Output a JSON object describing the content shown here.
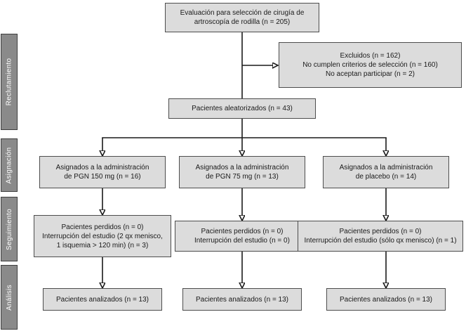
{
  "colors": {
    "background": "#ffffff",
    "box_fill": "#dcdcdc",
    "box_border": "#4d4d4d",
    "tab_fill": "#8a8a8a",
    "tab_border": "#3f3f3f",
    "tab_text": "#ffffff",
    "arrow": "#1a1a1a",
    "text": "#1a1a1a"
  },
  "sidebar": {
    "tabs": [
      {
        "label": "Reclutamiento"
      },
      {
        "label": "Asignación"
      },
      {
        "label": "Seguimiento"
      },
      {
        "label": "Análisis"
      }
    ]
  },
  "flow": {
    "screening": {
      "lines": [
        "Evaluación para selección de cirugía de",
        "artroscopía de rodilla (n = 205)"
      ]
    },
    "excluded": {
      "lines": [
        "Excluidos (n = 162)",
        "No cumplen criterios de selección (n = 160)",
        "No aceptan participar (n = 2)"
      ]
    },
    "randomized": {
      "lines": [
        "Pacientes aleatorizados (n = 43)"
      ]
    },
    "arms": [
      {
        "assigned": {
          "lines": [
            "Asignados a la administración",
            "de PGN 150 mg (n = 16)"
          ]
        },
        "followup": {
          "lines": [
            "Pacientes perdidos (n = 0)",
            "Interrupción del estudio (2 qx menisco,",
            "1 isquemia > 120 min) (n = 3)"
          ]
        },
        "analyzed": {
          "lines": [
            "Pacientes analizados (n = 13)"
          ]
        }
      },
      {
        "assigned": {
          "lines": [
            "Asignados a la administración",
            "de PGN 75 mg (n = 13)"
          ]
        },
        "followup": {
          "lines": [
            "Pacientes perdidos (n = 0)",
            "Interrupción del estudio (n = 0)"
          ]
        },
        "analyzed": {
          "lines": [
            "Pacientes analizados (n = 13)"
          ]
        }
      },
      {
        "assigned": {
          "lines": [
            "Asignados a la administración",
            "de placebo (n = 14)"
          ]
        },
        "followup": {
          "lines": [
            "Pacientes perdidos (n = 0)",
            "Interrupción del estudio (sólo qx menisco) (n = 1)"
          ]
        },
        "analyzed": {
          "lines": [
            "Pacientes analizados (n = 13)"
          ]
        }
      }
    ]
  }
}
